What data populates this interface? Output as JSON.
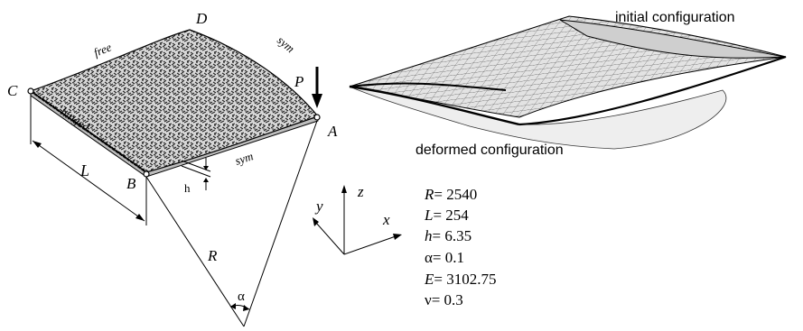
{
  "colors": {
    "ink": "#000000",
    "mesh_fill": "#e6e6e6",
    "mesh_line": "#555555",
    "deformed_fill": "#f4f4f4",
    "deformed_highlight": "#d0d0d0"
  },
  "left_diagram": {
    "points": {
      "C": "C",
      "D": "D",
      "A": "A",
      "B": "B"
    },
    "edges": {
      "free": "free",
      "sym_right": "sym",
      "sym_bottom": "sym",
      "hinged": "hinged"
    },
    "load": "P",
    "dims": {
      "length": "L",
      "radius": "R",
      "thickness": "h",
      "angle": "α"
    },
    "axes": {
      "x": "x",
      "y": "y",
      "z": "z"
    }
  },
  "right_diagram": {
    "initial_label": "initial configuration",
    "deformed_label": "deformed configuration"
  },
  "parameters": [
    {
      "symbol": "R",
      "value": "= 2540"
    },
    {
      "symbol": "L",
      "value": "= 254"
    },
    {
      "symbol": "h",
      "value": "= 6.35"
    },
    {
      "symbol": "α",
      "value": "= 0.1"
    },
    {
      "symbol": "E",
      "value": "= 3102.75"
    },
    {
      "symbol": "ν",
      "value": "= 0.3"
    }
  ]
}
